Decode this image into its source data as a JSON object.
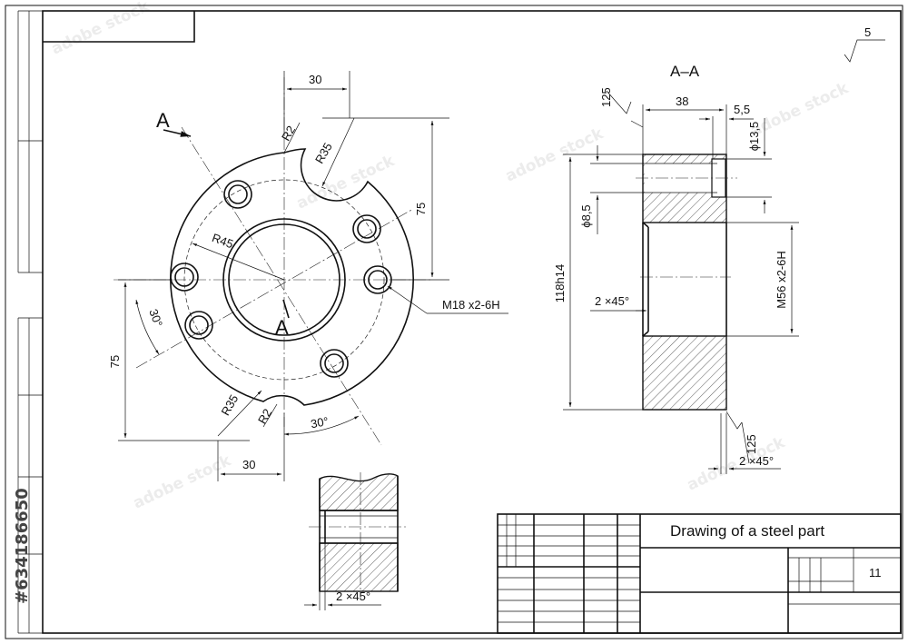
{
  "drawing": {
    "title": "Drawing of a steel part",
    "sheet_number": "11",
    "roughness": "5",
    "section_label": "A–A",
    "section_mark_left": "A",
    "section_mark_center": "A",
    "stock_id": "#634186650"
  },
  "dimensions": {
    "front": {
      "top_30": "30",
      "r2_top": "R2",
      "r35_top": "R35",
      "right_75": "75",
      "r45": "R45",
      "thread": "M18 x2-6H",
      "angle_left": "30°",
      "left_75": "75",
      "r35_bottom": "R35",
      "r2_bottom": "R2",
      "angle_bottom": "30°",
      "bottom_30": "30"
    },
    "section": {
      "rough_top": "125",
      "width_38": "38",
      "width_5_5": "5,5",
      "dia_13_5": "ϕ13,5",
      "dia_8_5": "ϕ8,5",
      "dia_118": "118h14",
      "chamfer_inner": "2 ×45°",
      "thread": "M56 x2-6H",
      "rough_bottom": "125",
      "chamfer_outer": "2 ×45°"
    },
    "detail": {
      "chamfer": "2 ×45°"
    }
  },
  "watermark": "adobe stock"
}
